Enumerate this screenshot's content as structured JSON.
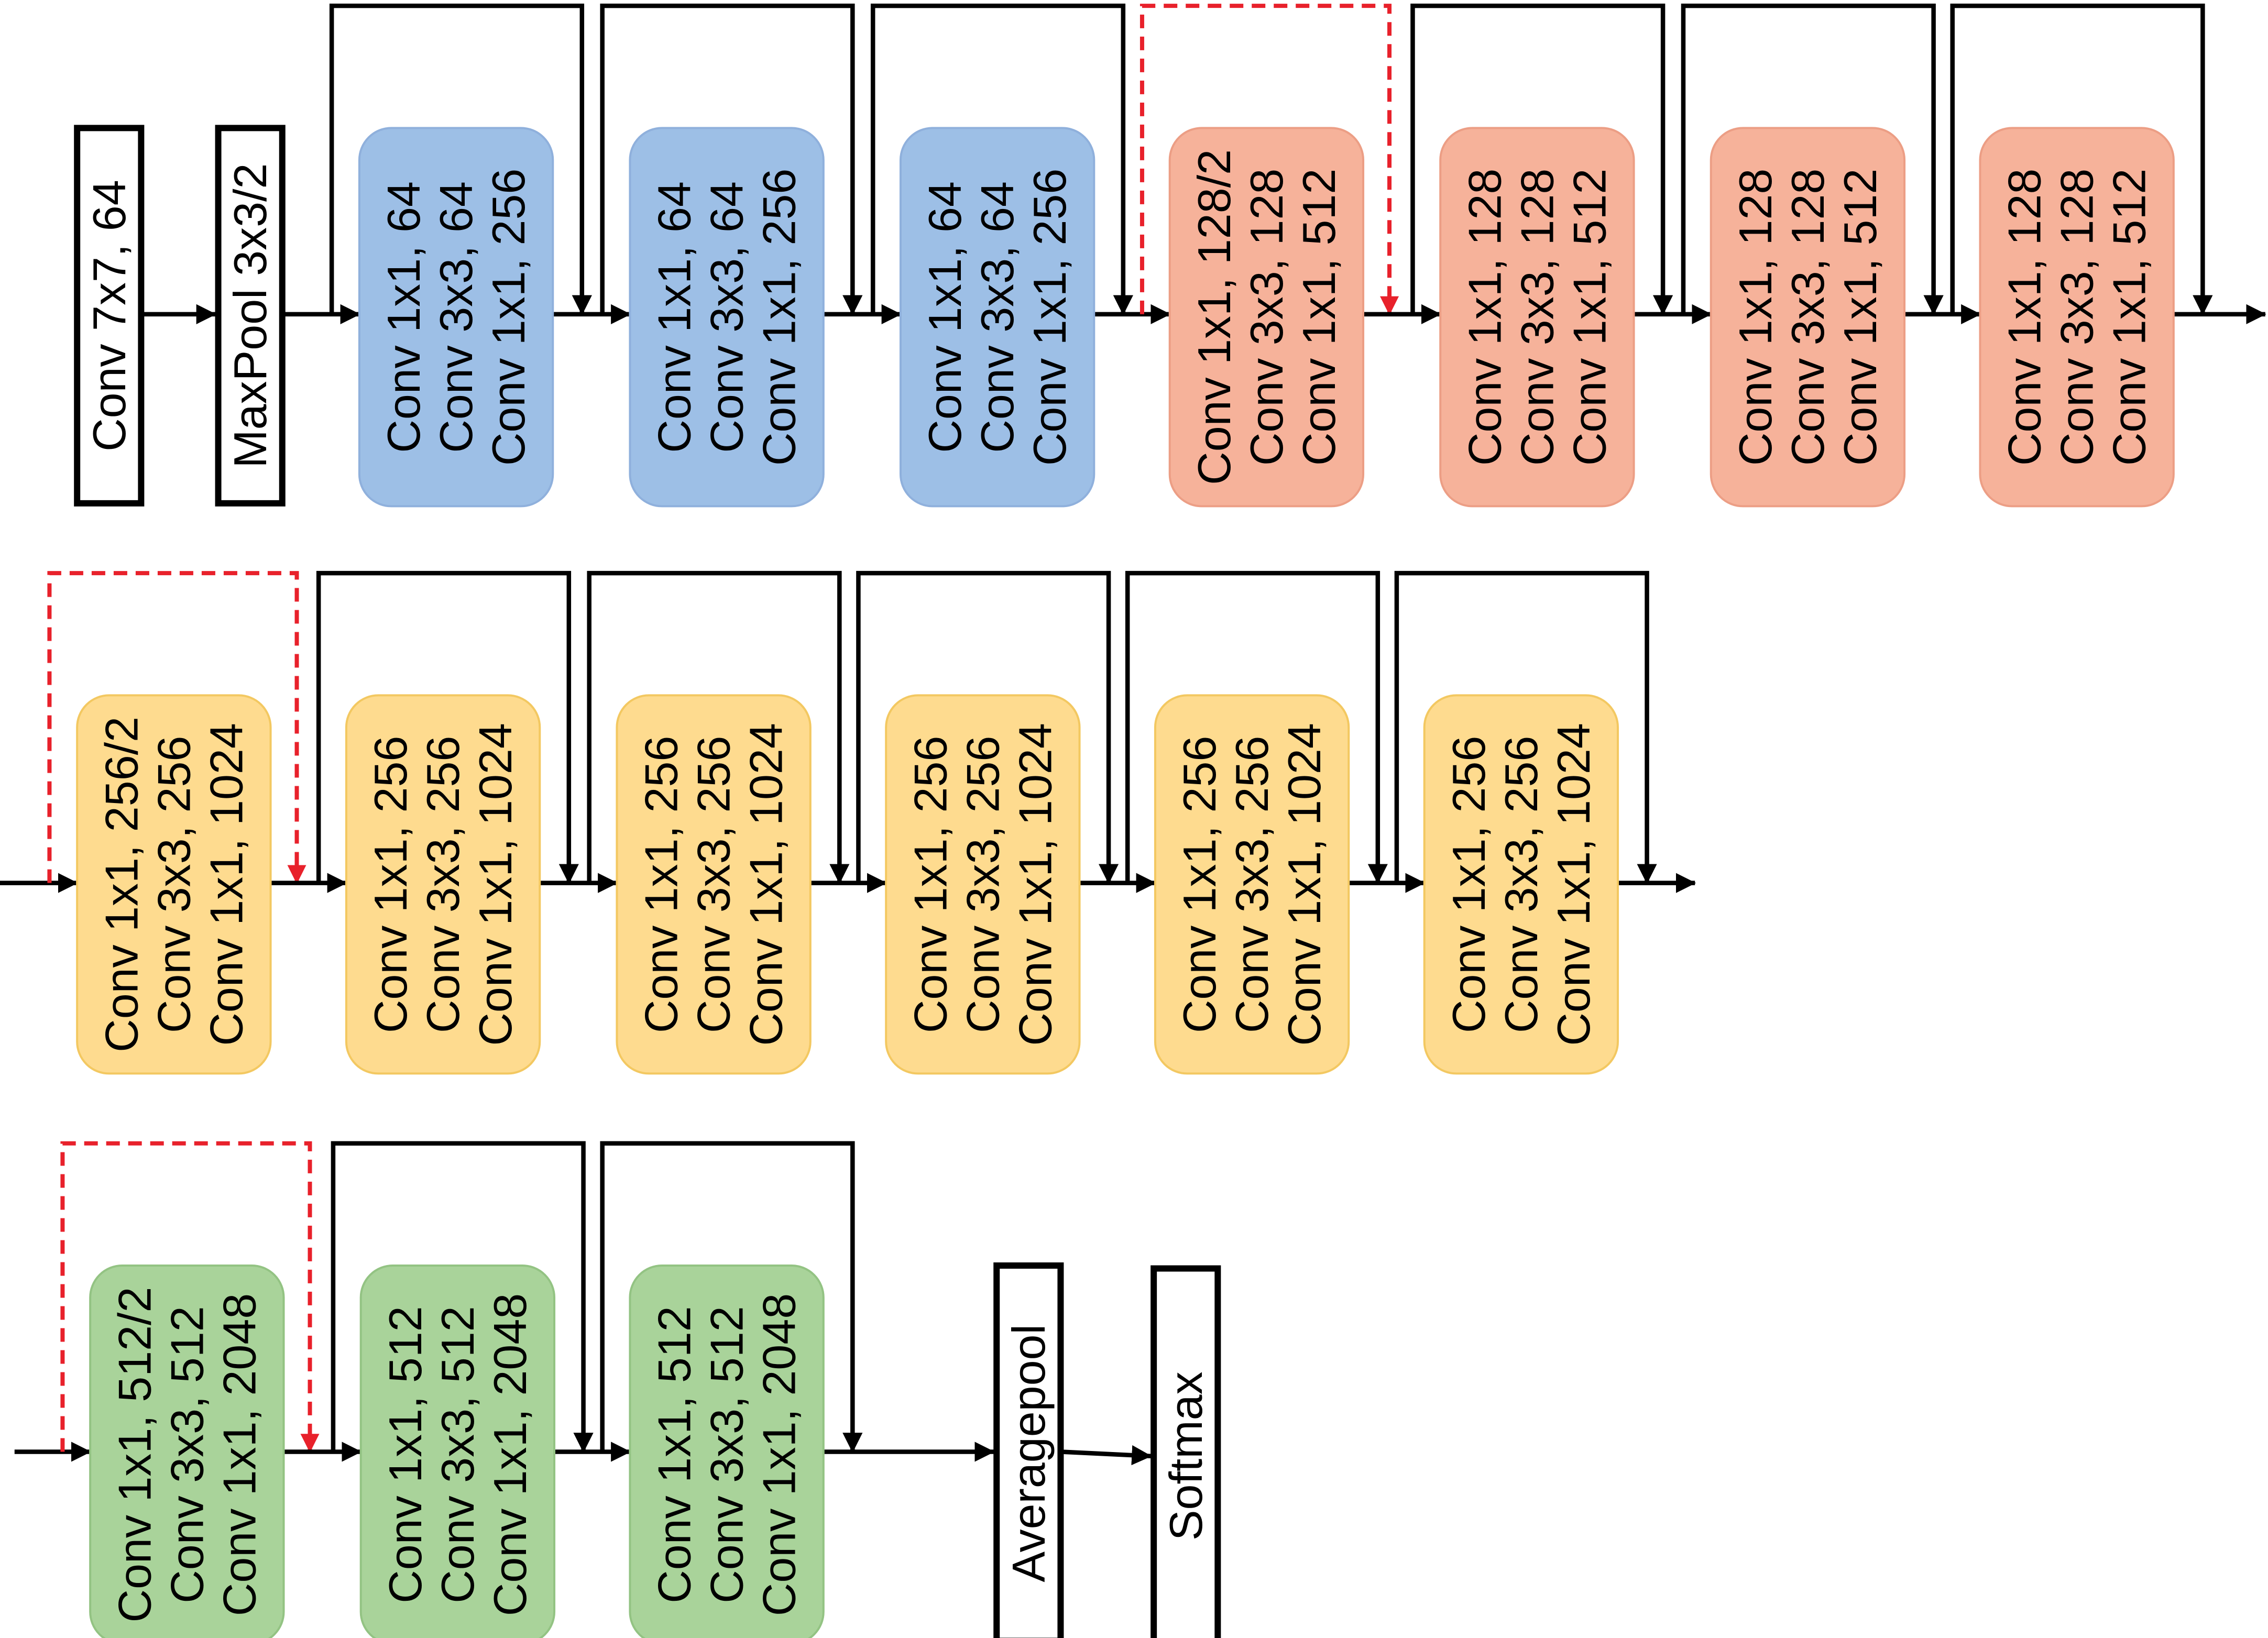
{
  "colors": {
    "blue_fill": "#9dbfe6",
    "blue_border": "#8fb0dc",
    "orange_fill": "#f6b29a",
    "orange_border": "#ec9e85",
    "yellow_fill": "#fedb8f",
    "yellow_border": "#f3c861",
    "green_fill": "#a9d39a",
    "green_border": "#93c383",
    "line": "#000000",
    "projection_shortcut": "#e8212b"
  },
  "rows": [
    {
      "stem": [
        {
          "label": "Conv 7x7, 64"
        },
        {
          "label": "MaxPool 3x3/2"
        }
      ],
      "blocks": [
        {
          "stage": "blue",
          "shortcut": "identity",
          "lines": [
            "Conv 1x1, 64",
            "Conv 3x3, 64",
            "Conv 1x1, 256"
          ]
        },
        {
          "stage": "blue",
          "shortcut": "identity",
          "lines": [
            "Conv 1x1, 64",
            "Conv 3x3, 64",
            "Conv 1x1, 256"
          ]
        },
        {
          "stage": "blue",
          "shortcut": "identity",
          "lines": [
            "Conv 1x1, 64",
            "Conv 3x3, 64",
            "Conv 1x1, 256"
          ]
        },
        {
          "stage": "orange",
          "shortcut": "projection",
          "lines": [
            "Conv 1x1, 128/2",
            "Conv 3x3, 128",
            "Conv 1x1, 512"
          ]
        },
        {
          "stage": "orange",
          "shortcut": "identity",
          "lines": [
            "Conv 1x1, 128",
            "Conv 3x3, 128",
            "Conv 1x1, 512"
          ]
        },
        {
          "stage": "orange",
          "shortcut": "identity",
          "lines": [
            "Conv 1x1, 128",
            "Conv 3x3, 128",
            "Conv 1x1, 512"
          ]
        },
        {
          "stage": "orange",
          "shortcut": "identity",
          "lines": [
            "Conv 1x1, 128",
            "Conv 3x3, 128",
            "Conv 1x1, 512"
          ]
        }
      ],
      "tail": []
    },
    {
      "stem": [],
      "blocks": [
        {
          "stage": "yellow",
          "shortcut": "projection",
          "lines": [
            "Conv 1x1, 256/2",
            "Conv 3x3, 256",
            "Conv 1x1, 1024"
          ]
        },
        {
          "stage": "yellow",
          "shortcut": "identity",
          "lines": [
            "Conv 1x1, 256",
            "Conv 3x3, 256",
            "Conv 1x1, 1024"
          ]
        },
        {
          "stage": "yellow",
          "shortcut": "identity",
          "lines": [
            "Conv 1x1, 256",
            "Conv 3x3, 256",
            "Conv 1x1, 1024"
          ]
        },
        {
          "stage": "yellow",
          "shortcut": "identity",
          "lines": [
            "Conv 1x1, 256",
            "Conv 3x3, 256",
            "Conv 1x1, 1024"
          ]
        },
        {
          "stage": "yellow",
          "shortcut": "identity",
          "lines": [
            "Conv 1x1, 256",
            "Conv 3x3, 256",
            "Conv 1x1, 1024"
          ]
        },
        {
          "stage": "yellow",
          "shortcut": "identity",
          "lines": [
            "Conv 1x1, 256",
            "Conv 3x3, 256",
            "Conv 1x1, 1024"
          ]
        }
      ],
      "tail": []
    },
    {
      "stem": [],
      "blocks": [
        {
          "stage": "green",
          "shortcut": "projection",
          "lines": [
            "Conv 1x1, 512/2",
            "Conv 3x3, 512",
            "Conv 1x1, 2048"
          ]
        },
        {
          "stage": "green",
          "shortcut": "identity",
          "lines": [
            "Conv 1x1, 512",
            "Conv 3x3, 512",
            "Conv 1x1, 2048"
          ]
        },
        {
          "stage": "green",
          "shortcut": "identity",
          "lines": [
            "Conv 1x1, 512",
            "Conv 3x3, 512",
            "Conv 1x1, 2048"
          ]
        }
      ],
      "tail": [
        {
          "label": "Averagepool"
        },
        {
          "label": "Softmax"
        }
      ]
    }
  ]
}
